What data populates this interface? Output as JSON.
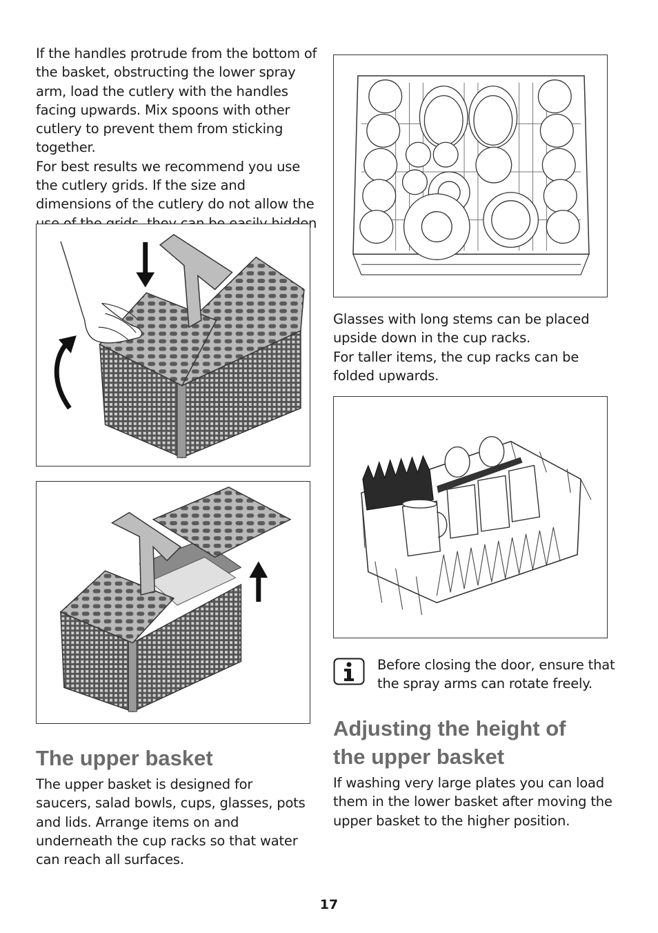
{
  "left_column": {
    "intro_paragraphs": [
      "If the handles protrude from the bottom of the basket, obstructing the lower spray arm, load the cutlery with the handles facing upwards. Mix spoons with other cutlery to prevent them from sticking together.",
      "For best results we recommend you use the cutlery grids. If the size and dimensions of the cutlery do not allow the use of the grids, they can be easily hidden or removed."
    ],
    "upper_basket": {
      "heading": "The upper basket",
      "body": "The upper basket is designed for saucers, salad bowls, cups, glasses, pots and lids. Arrange items on and underneath the cup racks so that water can reach all surfaces."
    }
  },
  "right_column": {
    "glasses_paragraphs": [
      "Glasses with long stems can be placed upside down in the cup racks.",
      "For taller items, the cup racks can be folded upwards."
    ],
    "info_note": {
      "icon": "info-icon",
      "text": "Before closing the door, ensure that the spray arms can rotate freely."
    },
    "adjusting": {
      "heading_line1": "Adjusting the height of",
      "heading_line2": "the upper basket",
      "body": "If washing very large plates you can load them in the lower basket after moving the upper basket to the higher position."
    }
  },
  "page_number": "17"
}
